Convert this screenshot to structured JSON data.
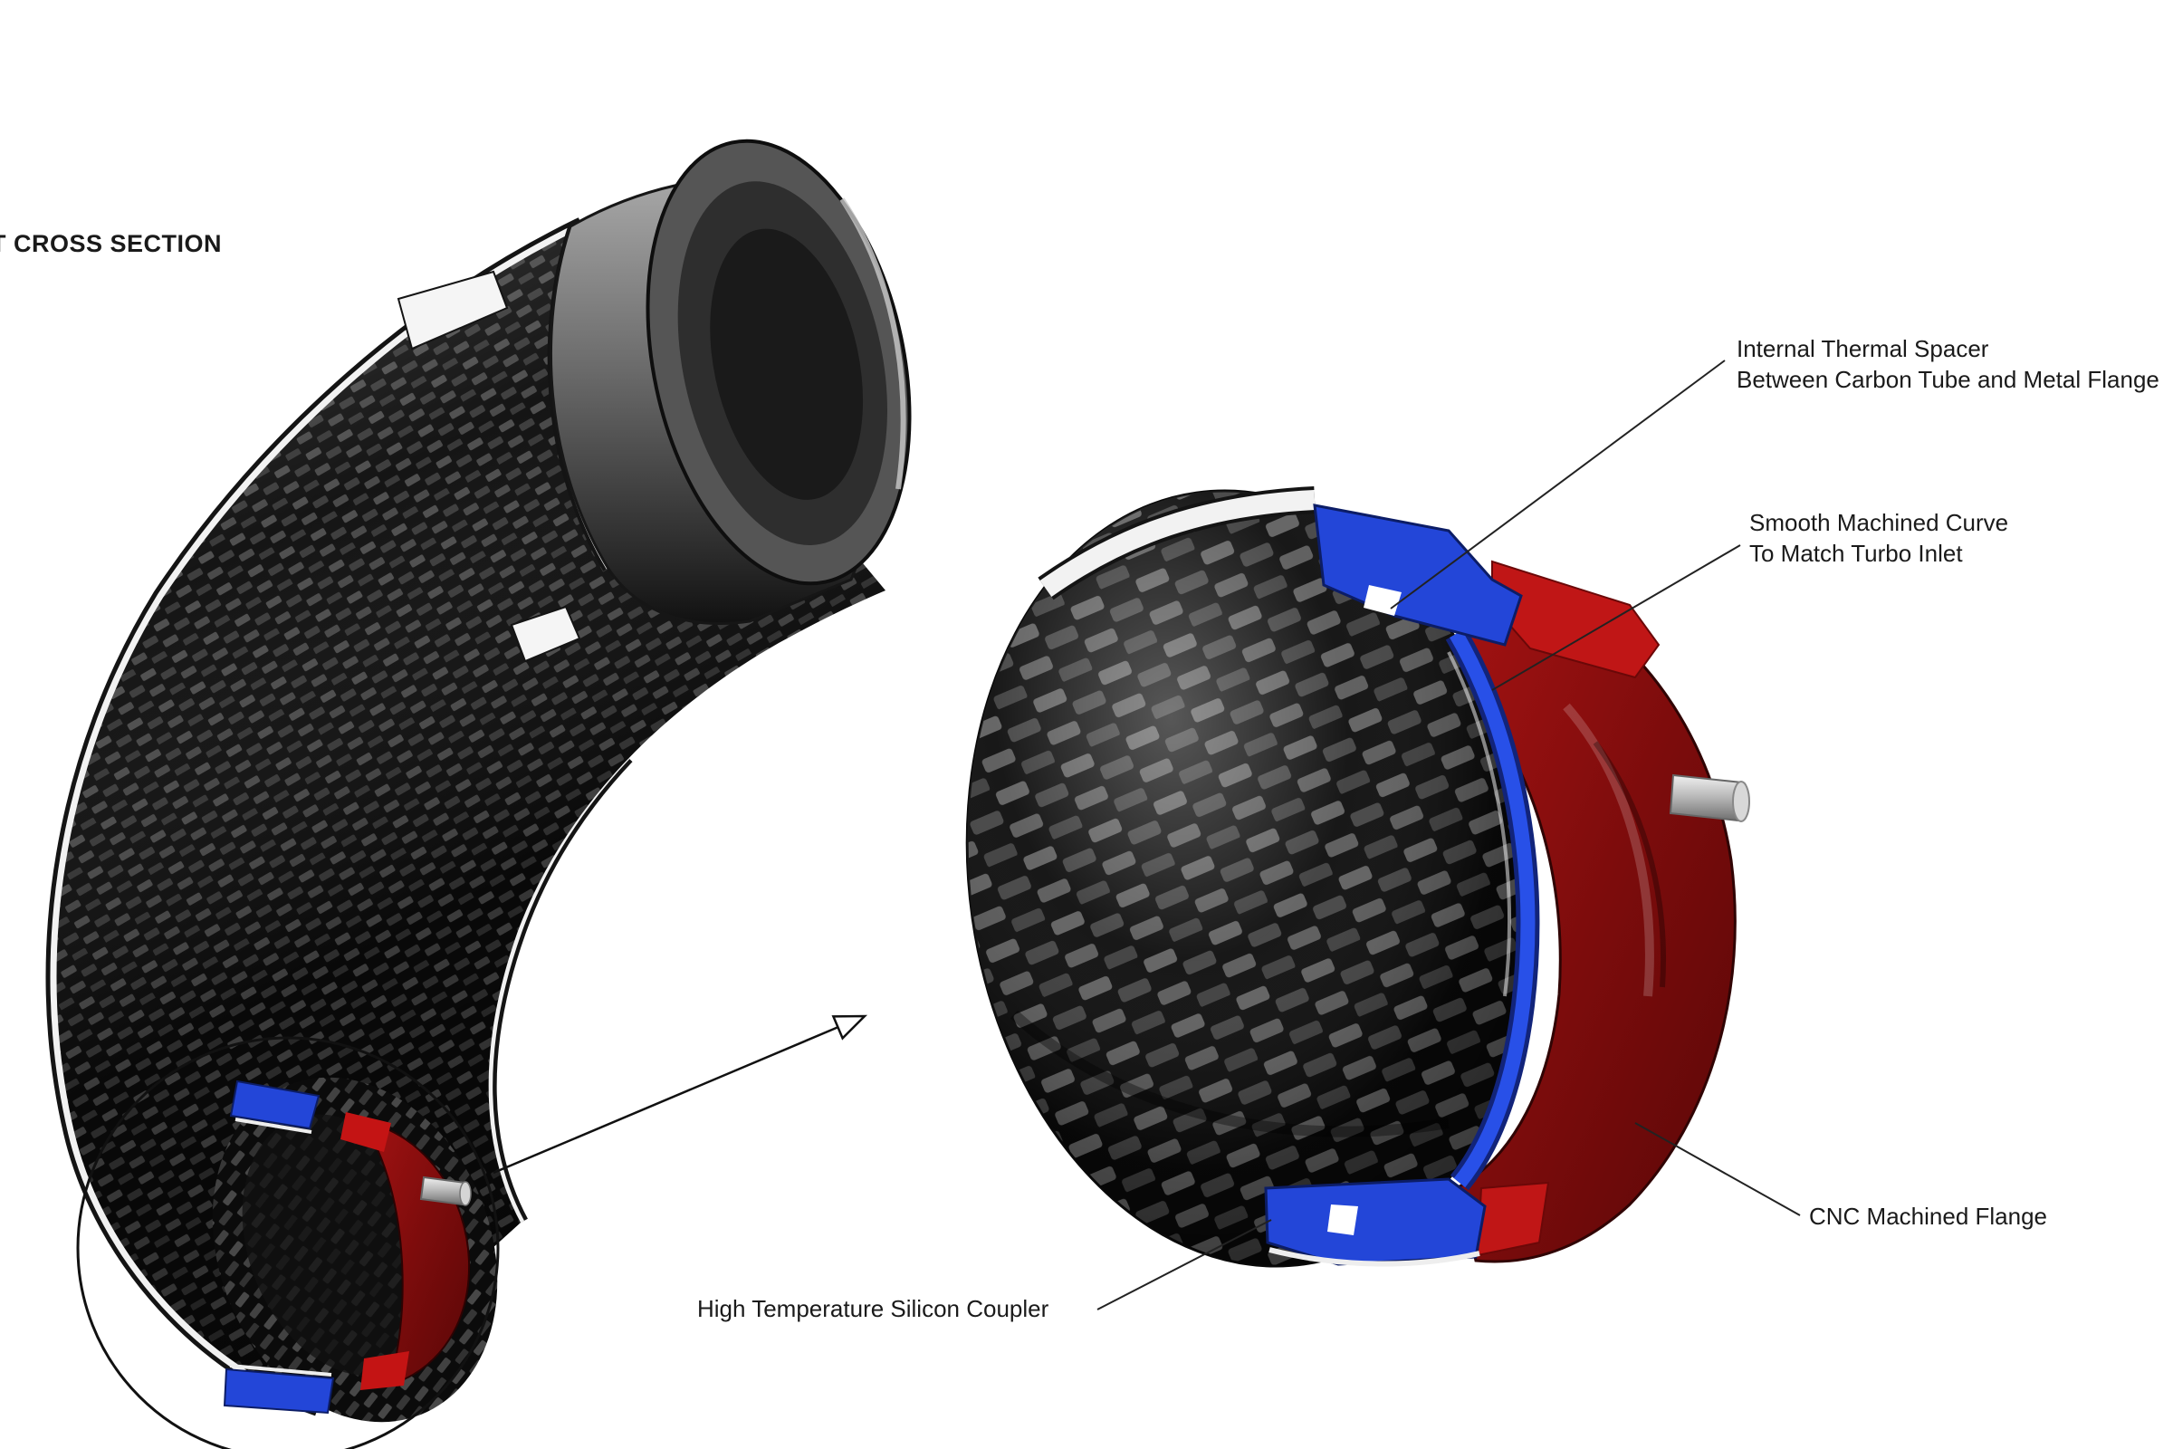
{
  "title": {
    "text": "T CROSS SECTION"
  },
  "callouts": {
    "thermal_spacer": {
      "line1": "Internal Thermal Spacer",
      "line2": "Between Carbon Tube and Metal Flange"
    },
    "machined_curve": {
      "line1": "Smooth Machined Curve",
      "line2": "To Match Turbo Inlet"
    },
    "cnc_flange": {
      "label": "CNC Machined Flange"
    },
    "silicon_coupler": {
      "label": "High Temperature Silicon Coupler"
    }
  },
  "colors": {
    "background": "#ffffff",
    "carbon_dark": "#0b0b0b",
    "carbon_highlight": "#5d5d5d",
    "flange_red": "#a31212",
    "flange_red_dark": "#5a0707",
    "flange_red_cut_face": "#c01616",
    "coupler_blue": "#2346d8",
    "coupler_blue_dark": "#12247a",
    "cut_edge_white": "#f2f2f2",
    "metal_gray": "#8a8a8a",
    "pin_silver": "#d8d8d8",
    "leader_line": "#222222",
    "text_color": "#1a1a1a"
  }
}
